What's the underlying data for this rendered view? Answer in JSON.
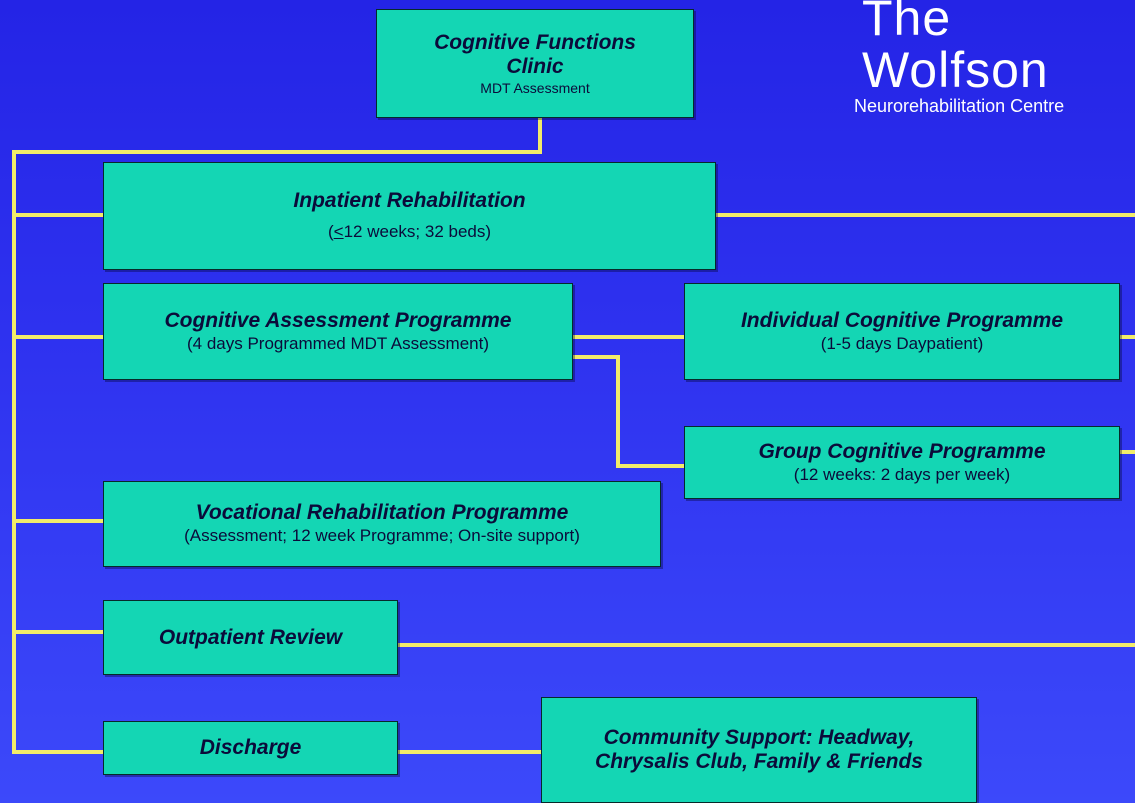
{
  "logo": {
    "name": "The Wolfson",
    "subtitle": "Neurorehabilitation Centre"
  },
  "nodes": {
    "cognitive_functions_clinic": {
      "title": "Cognitive Functions Clinic",
      "subtitle": "MDT Assessment"
    },
    "inpatient_rehabilitation": {
      "title": "Inpatient Rehabilitation",
      "subtitle_prefix": "<",
      "subtitle": "12 weeks; 32 beds)",
      "open_paren": "("
    },
    "cognitive_assessment_programme": {
      "title": "Cognitive Assessment Programme",
      "subtitle": "(4 days Programmed MDT Assessment)"
    },
    "individual_cognitive_programme": {
      "title": "Individual Cognitive Programme",
      "subtitle": "(1-5 days Daypatient)"
    },
    "group_cognitive_programme": {
      "title": "Group Cognitive Programme",
      "subtitle": "(12 weeks: 2 days per week)"
    },
    "vocational_rehabilitation_programme": {
      "title": "Vocational Rehabilitation Programme",
      "subtitle": "(Assessment; 12 week Programme; On-site support)"
    },
    "outpatient_review": {
      "title": "Outpatient Review"
    },
    "discharge": {
      "title": "Discharge"
    },
    "community_support": {
      "title": "Community Support: Headway, Chrysalis Club, Family & Friends"
    }
  },
  "colors": {
    "background": "#2f33f0",
    "box_fill": "#14d6b4",
    "connector": "#f2ec6a",
    "text": "#0b0b3a"
  }
}
